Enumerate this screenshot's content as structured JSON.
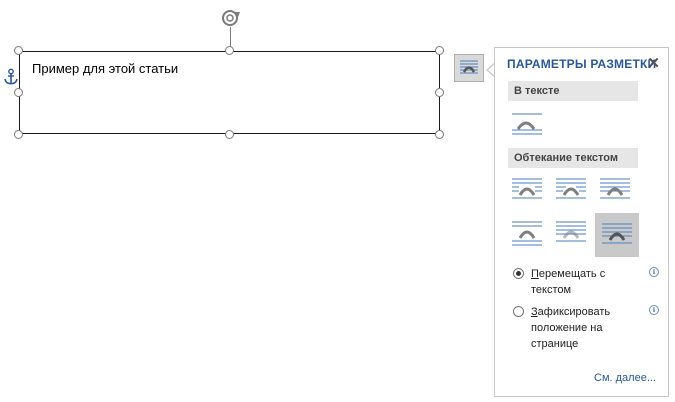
{
  "document": {
    "textbox_text": "Пример для этой статьи"
  },
  "layout_panel": {
    "title": "ПАРАМЕТРЫ РАЗМЕТКИ",
    "close_glyph": "✕",
    "sections": {
      "inline": "В тексте",
      "wrapping": "Обтекание текстом"
    },
    "wrap_options": [
      {
        "id": "in-line-with-text",
        "selected": false
      },
      {
        "id": "square",
        "selected": false
      },
      {
        "id": "tight",
        "selected": false
      },
      {
        "id": "through",
        "selected": false
      },
      {
        "id": "top-and-bottom",
        "selected": false
      },
      {
        "id": "behind-text",
        "selected": false
      },
      {
        "id": "in-front-of-text",
        "selected": true
      }
    ],
    "position_options": {
      "move_first": "П",
      "move_rest": "еремещать с",
      "move_line2": "текстом",
      "fix_first": "З",
      "fix_rest": "афиксировать",
      "fix_line2": "положение на",
      "fix_line3": "странице",
      "selected": "move"
    },
    "see_more": "См. далее..."
  },
  "colors": {
    "accent": "#2b579a",
    "icon_lines": "#4a7ebb",
    "icon_shape": "#7f7f7f",
    "selected_bg": "#c9c9c9"
  }
}
